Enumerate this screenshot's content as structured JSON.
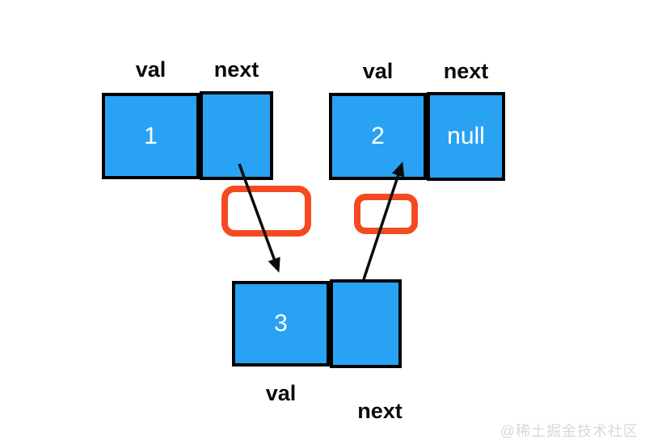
{
  "colors": {
    "cell_fill": "#29A2F4",
    "cell_border": "#000000",
    "cell_text": "#FFFFFF",
    "label_text": "#0A0A0A",
    "highlight": "#F54A21",
    "arrow": "#0B0B0B",
    "watermark": "#D8D8D8",
    "background": "#FFFFFF"
  },
  "diagram_type": "linked-list-nodes",
  "nodes": [
    {
      "id": "node-1",
      "val_label": "val",
      "next_label": "next",
      "val": "1",
      "next": "",
      "labels_position": "above"
    },
    {
      "id": "node-2",
      "val_label": "val",
      "next_label": "next",
      "val": "2",
      "next": "null",
      "labels_position": "above"
    },
    {
      "id": "node-3",
      "val_label": "val",
      "next_label": "next",
      "val": "3",
      "next": "",
      "labels_position": "below"
    }
  ],
  "arrows": [
    {
      "from": "node-1.next",
      "to": "node-3.val"
    },
    {
      "from": "node-3.next",
      "to": "node-2.val"
    }
  ],
  "highlights": [
    {
      "target": "arrow from node-1 to node-3"
    },
    {
      "target": "arrow from node-3 to node-2"
    }
  ],
  "watermark": "@稀土掘金技术社区"
}
